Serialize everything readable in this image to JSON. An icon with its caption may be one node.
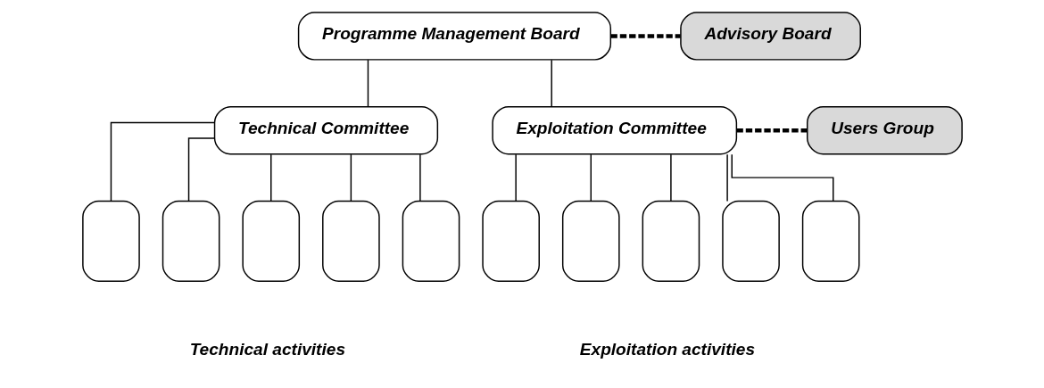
{
  "diagram": {
    "nodes": [
      {
        "text": [
          "Programme Management Board"
        ]
      },
      {
        "text": [
          "Advisory Board"
        ]
      },
      {
        "text": [
          "Technical Committee"
        ]
      },
      {
        "text": [
          "Exploitation Committee"
        ]
      },
      {
        "text": [
          "Users Group"
        ]
      },
      {
        "text": [],
        "shape": "box"
      },
      {
        "text": [],
        "shape": "box"
      },
      {
        "text": [],
        "shape": "box"
      },
      {
        "text": [],
        "shape": "box"
      },
      {
        "text": [],
        "shape": "box"
      },
      {
        "text": [],
        "shape": "box"
      },
      {
        "text": [],
        "shape": "box"
      },
      {
        "text": [],
        "shape": "box"
      },
      {
        "text": [],
        "shape": "box"
      },
      {
        "text": [],
        "shape": "box"
      }
    ],
    "edges": [
      {
        "from": 0,
        "to": 1,
        "arrow": "none",
        "style": "dashed"
      },
      {
        "from": 0,
        "to": 2,
        "arrow": "none"
      },
      {
        "from": 0,
        "to": 3,
        "arrow": "none"
      },
      {
        "from": 3,
        "to": 4,
        "arrow": "none",
        "style": "dashed"
      },
      {
        "from": 2,
        "to": 5,
        "arrow": "none"
      },
      {
        "from": 2,
        "to": 6,
        "arrow": "none"
      },
      {
        "from": 2,
        "to": 7,
        "arrow": "none"
      },
      {
        "from": 2,
        "to": 8,
        "arrow": "none"
      },
      {
        "from": 2,
        "to": 9,
        "arrow": "none"
      },
      {
        "from": 3,
        "to": 10,
        "arrow": "none"
      },
      {
        "from": 3,
        "to": 11,
        "arrow": "none"
      },
      {
        "from": 3,
        "to": 12,
        "arrow": "none"
      },
      {
        "from": 3,
        "to": 13,
        "arrow": "none"
      },
      {
        "from": 3,
        "to": 14,
        "arrow": "none"
      }
    ],
    "labels": [
      "Technical activities",
      "Exploitation activities"
    ]
  }
}
